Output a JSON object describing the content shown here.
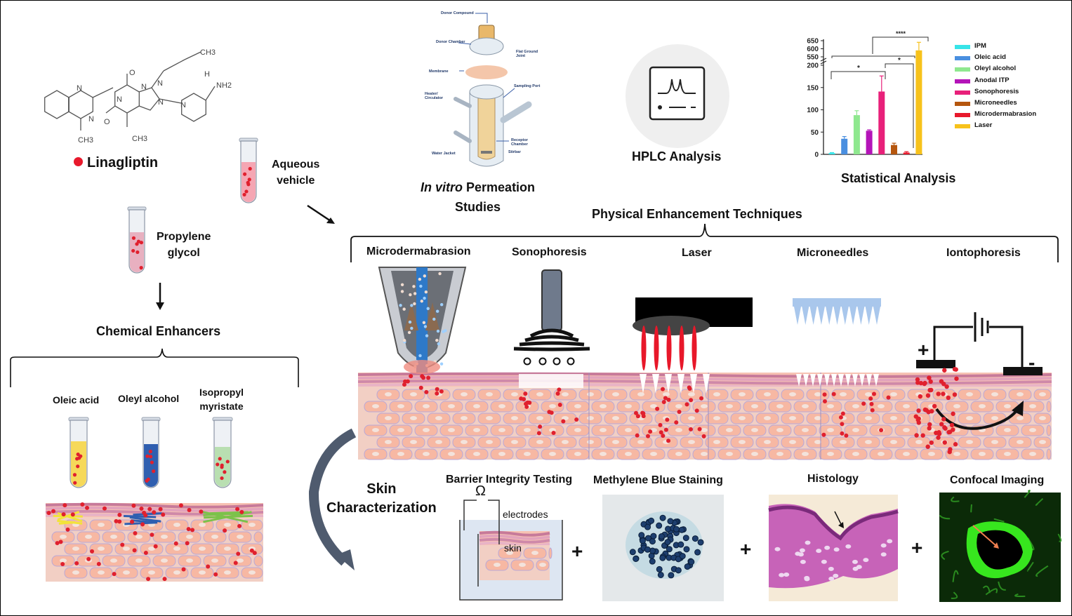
{
  "molecule": {
    "name": "Linagliptin",
    "bullet_color": "#e8192c",
    "atoms": [
      "CH3",
      "N",
      "N",
      "N",
      "N",
      "N",
      "N",
      "O",
      "O",
      "H",
      "NH2",
      "CH3",
      "CH3",
      "N"
    ]
  },
  "vehicles": {
    "aqueous": "Aqueous\nvehicle",
    "propylene": "Propylene\nglycol"
  },
  "chemical": {
    "title": "Chemical Enhancers",
    "tubes": [
      {
        "label": "Oleic acid",
        "color": "#f6d95a"
      },
      {
        "label": "Oleyl alcohol",
        "color": "#2f5fb0"
      },
      {
        "label": "Isopropyl\nmyristate",
        "color": "#b9dfb1"
      }
    ]
  },
  "permeation": {
    "title_italic": "In vitro",
    "title_rest": " Permeation\nStudies",
    "labels": [
      "Donor Compound",
      "Donor Chamber",
      "Flat Ground\nJoint",
      "Membrane",
      "Heater/\nCirculator",
      "Sampling Port",
      "Receptor\nChamber",
      "Stirbar",
      "Water Jacket"
    ]
  },
  "hplc": {
    "title": "HPLC Analysis"
  },
  "stats": {
    "title": "Statistical Analysis"
  },
  "chart_data": {
    "type": "bar",
    "categories": [
      "IPM",
      "Oleic acid",
      "Oleyl alcohol",
      "Anodal ITP",
      "Sonophoresis",
      "Microneedles",
      "Microdermabrasion",
      "Laser"
    ],
    "values": [
      3,
      35,
      88,
      53,
      141,
      21,
      4,
      590
    ],
    "errors": [
      1,
      5,
      10,
      2,
      35,
      4,
      2,
      50
    ],
    "colors": [
      "#37e4e8",
      "#4a8fe0",
      "#8fe88f",
      "#b414b8",
      "#e8207a",
      "#b5560e",
      "#e8192c",
      "#f7c21b"
    ],
    "yticks": [
      0,
      50,
      100,
      150,
      200,
      550,
      600,
      650
    ],
    "ylim": [
      0,
      650
    ],
    "axis_break": [
      210,
      540
    ],
    "significance": [
      "*",
      "*",
      "****"
    ],
    "legend_position": "right",
    "title": "",
    "xlabel": "",
    "ylabel": ""
  },
  "physical": {
    "title": "Physical Enhancement Techniques",
    "techniques": [
      "Microdermabrasion",
      "Sonophoresis",
      "Laser",
      "Microneedles",
      "Iontophoresis"
    ],
    "ionto_plus": "+",
    "ionto_minus": "-"
  },
  "characterization": {
    "title": "Skin\nCharacterization",
    "panels": [
      "Barrier Integrity Testing",
      "Methylene Blue Staining",
      "Histology",
      "Confocal Imaging"
    ],
    "omega": "Ω",
    "electrodes": "electrodes",
    "skin": "skin",
    "plus": "+"
  }
}
